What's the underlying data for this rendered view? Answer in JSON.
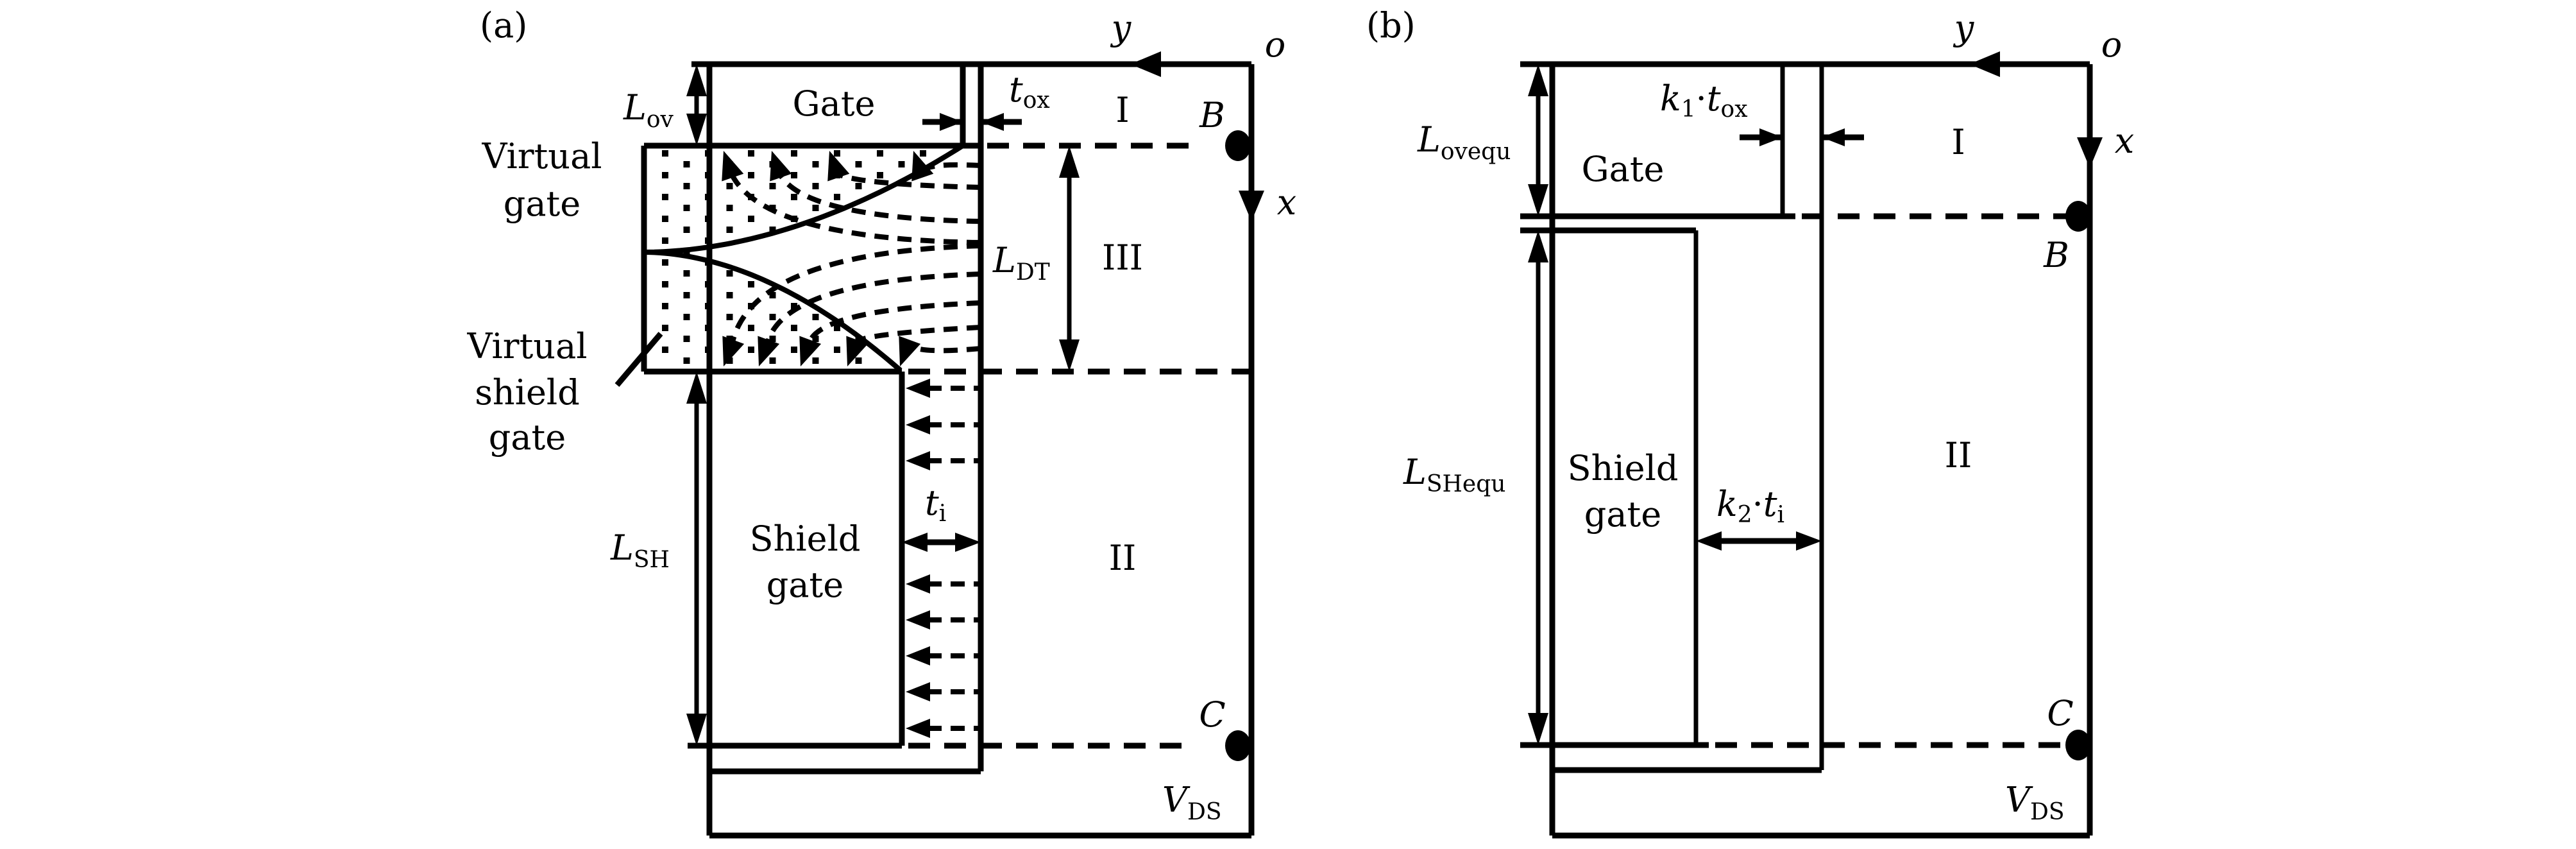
{
  "figure": {
    "panels": [
      {
        "id": "a",
        "tag": "(a)",
        "labels": {
          "gate": "Gate",
          "virtual_gate_1": "Virtual",
          "virtual_gate_2": "gate",
          "virtual_shield_1": "Virtual",
          "virtual_shield_2": "shield",
          "virtual_shield_3": "gate",
          "shield_gate_1": "Shield",
          "shield_gate_2": "gate",
          "L_ov": {
            "main": "L",
            "sub": "ov"
          },
          "t_ox": {
            "main": "t",
            "sub": "ox"
          },
          "L_DT": {
            "main": "L",
            "sub": "DT"
          },
          "L_SH": {
            "main": "L",
            "sub": "SH"
          },
          "t_i": {
            "main": "t",
            "sub": "i"
          },
          "V_DS": {
            "main": "V",
            "sub": "DS"
          },
          "region_1": "I",
          "region_2": "II",
          "region_3": "III",
          "point_B": "B",
          "point_C": "C",
          "axis_y": "y",
          "axis_x": "x",
          "origin": "o"
        }
      },
      {
        "id": "b",
        "tag": "(b)",
        "labels": {
          "gate": "Gate",
          "shield_gate_1": "Shield",
          "shield_gate_2": "gate",
          "L_ovequ": {
            "main": "L",
            "sub": "ovequ"
          },
          "k1_tox": {
            "k": "k",
            "ksub": "1",
            "dot": "·",
            "main": "t",
            "sub": "ox"
          },
          "L_SHequ": {
            "main": "L",
            "sub": "SHequ"
          },
          "k2_ti": {
            "k": "k",
            "ksub": "2",
            "dot": "·",
            "main": "t",
            "sub": "i"
          },
          "V_DS": {
            "main": "V",
            "sub": "DS"
          },
          "region_1": "I",
          "region_2": "II",
          "point_B": "B",
          "point_C": "C",
          "axis_y": "y",
          "axis_x": "x",
          "origin": "o"
        }
      }
    ]
  }
}
